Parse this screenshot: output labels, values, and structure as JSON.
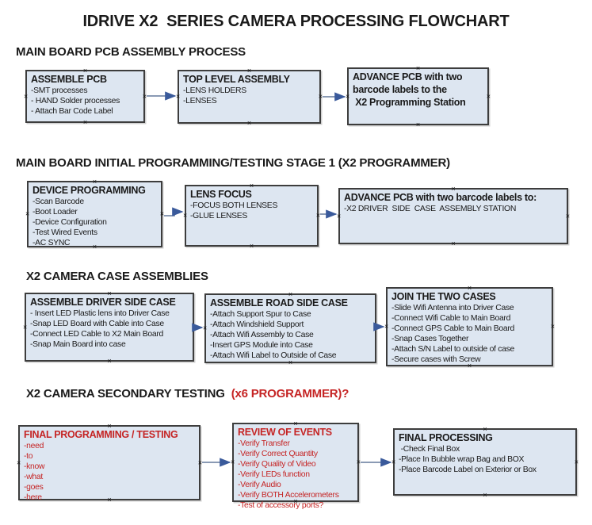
{
  "page": {
    "title": "IDRIVE X2  SERIES CAMERA PROCESSING FLOWCHART"
  },
  "colors": {
    "accent_red": "#c52424",
    "box_fill": "#dde6f1",
    "box_border": "#3d3d3d",
    "connector_line": "#63799c",
    "connector_arrowhead": "#3a5a9b",
    "text": "#1a1a1a"
  },
  "handles": {
    "glyph": "×"
  },
  "sections": [
    {
      "heading": "MAIN BOARD PCB ASSEMBLY PROCESS",
      "boxes": [
        {
          "title": "ASSEMBLE PCB",
          "items": [
            "-SMT processes",
            "- HAND Solder processes",
            "- Attach Bar Code Label"
          ]
        },
        {
          "title": "TOP LEVEL ASSEMBLY",
          "items": [
            "-LENS HOLDERS",
            "-LENSES"
          ]
        },
        {
          "title": "ADVANCE PCB with two\nbarcode labels to the\n X2 Programming Station",
          "items": []
        }
      ]
    },
    {
      "heading": "MAIN BOARD INITIAL PROGRAMMING/TESTING STAGE 1 (X2 PROGRAMMER)",
      "boxes": [
        {
          "title": "DEVICE PROGRAMMING",
          "items": [
            "-Scan Barcode",
            "-Boot Loader",
            "-Device Configuration",
            "-Test Wired Events",
            "-AC SYNC"
          ]
        },
        {
          "title": "LENS FOCUS",
          "items": [
            "-FOCUS BOTH LENSES",
            "-GLUE LENSES"
          ]
        },
        {
          "title": "ADVANCE PCB with two barcode labels to:",
          "items": [
            "-X2 DRIVER  SIDE  CASE  ASSEMBLY STATION"
          ]
        }
      ]
    },
    {
      "heading": "X2 CAMERA CASE ASSEMBLIES",
      "boxes": [
        {
          "title": "ASSEMBLE DRIVER SIDE CASE",
          "items": [
            "- Insert LED Plastic lens into Driver Case",
            "-Snap LED Board with Cable into Case",
            "-Connect LED Cable to X2 Main Board",
            "-Snap Main Board into case"
          ]
        },
        {
          "title": "ASSEMBLE ROAD SIDE CASE",
          "items": [
            "-Attach Support Spur to Case",
            "-Attach Windshield Support",
            "-Attach Wifi Assembly to Case",
            "-Insert GPS Module into Case",
            "-Attach Wifi Label to Outside of Case"
          ]
        },
        {
          "title": "JOIN THE TWO CASES",
          "items": [
            "-Slide Wifi Antenna into Driver Case",
            "-Connect Wifi Cable to Main Board",
            "-Connect GPS Cable to Main Board",
            "-Snap Cases Together",
            "-Attach S/N Label to outside of case",
            "-Secure cases with Screw"
          ]
        }
      ]
    },
    {
      "heading": "X2 CAMERA SECONDARY TESTING  ",
      "heading_accent": "(x6 PROGRAMMER)?",
      "boxes": [
        {
          "title": "FINAL PROGRAMMING / TESTING",
          "items": [
            "-need",
            "-to",
            "-know",
            "-what",
            "-goes",
            "-here"
          ]
        },
        {
          "title": "REVIEW OF EVENTS",
          "items": [
            "-Verify Transfer",
            "-Verify Correct Quantity",
            "-Verify Quality of Video",
            "-Verify LEDs function",
            "-Verify Audio",
            "-Verify BOTH Accelerometers",
            "-Test of accessory ports?"
          ]
        },
        {
          "title": "FINAL PROCESSING",
          "items": [
            " -Check Final Box",
            "-Place In Bubble wrap Bag and BOX",
            "-Place Barcode Label on Exterior or Box"
          ]
        }
      ]
    }
  ]
}
